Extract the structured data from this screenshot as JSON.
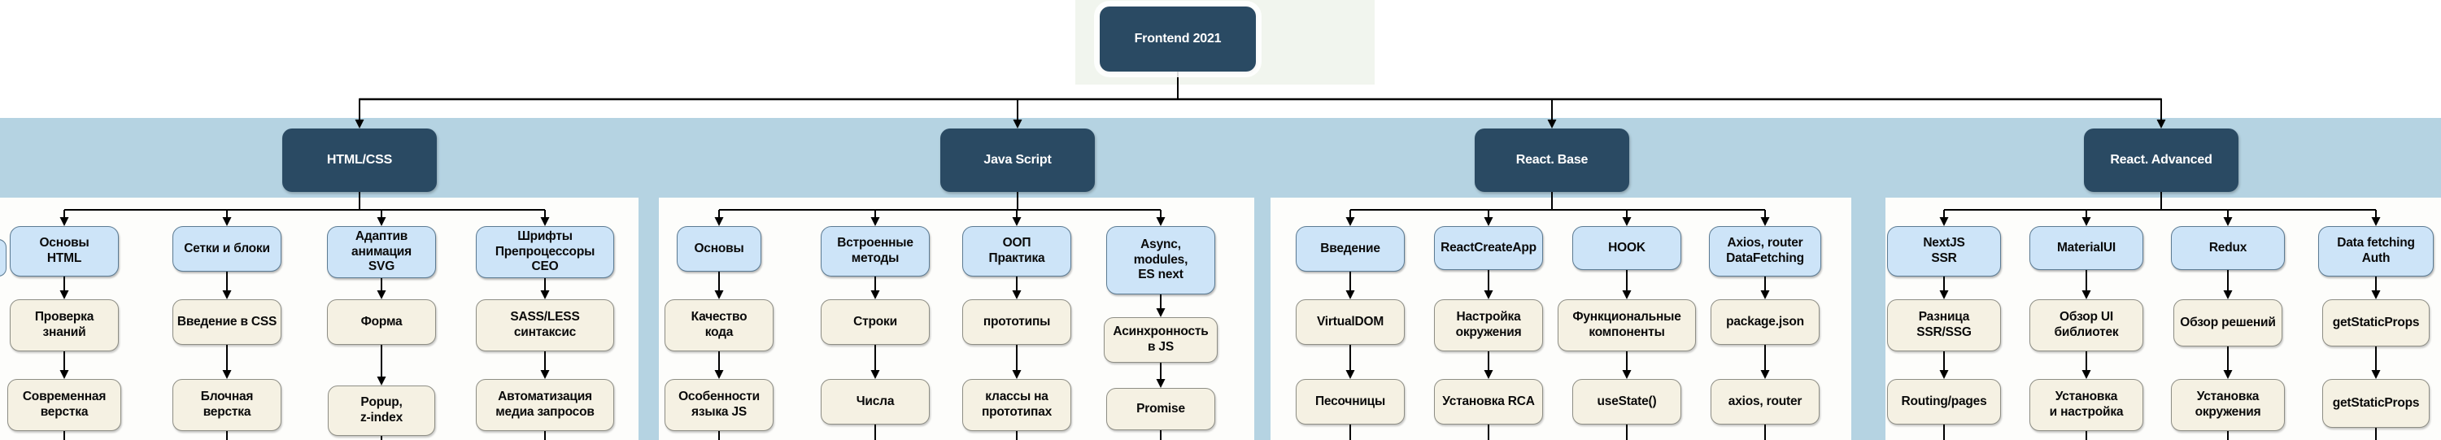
{
  "colors": {
    "node_dark": "#2a4a63",
    "band_blue": "#b5d3e2",
    "topic_fill": "#cde4f8",
    "topic_border": "#5c7b93",
    "leaf_fill": "#f5f1e3",
    "leaf_border": "#8e8e85",
    "connector": "#000000"
  },
  "root": {
    "label": "Frontend 2021"
  },
  "branches": [
    {
      "label": "HTML/CSS",
      "topics": [
        {
          "label": "Основы\nHTML",
          "children": [
            "Проверка\nзнаний",
            "Современная\nверстка"
          ]
        },
        {
          "label": "Сетки и блоки",
          "children": [
            "Введение в CSS",
            "Блочная\nверстка"
          ]
        },
        {
          "label": "Адаптив\nанимация\nSVG",
          "children": [
            "Форма",
            "Popup,\nz-index"
          ]
        },
        {
          "label": "Шрифты\nПрепроцессоры\nCEO",
          "children": [
            "SASS/LESS\nсинтаксис",
            "Автоматизация\nмедиа запросов"
          ]
        }
      ]
    },
    {
      "label": "Java Script",
      "topics": [
        {
          "label": "Основы",
          "children": [
            "Качество\nкода",
            "Особенности\nязыка JS"
          ]
        },
        {
          "label": "Встроенные\nметоды",
          "children": [
            "Строки",
            "Числа"
          ]
        },
        {
          "label": "ООП\nПрактика",
          "children": [
            "прототипы",
            "классы на\nпрототипах"
          ]
        },
        {
          "label": "Async,\nmodules,\nES next",
          "children": [
            "Асинхронность\nв JS",
            "Promise"
          ]
        }
      ]
    },
    {
      "label": "React. Base",
      "topics": [
        {
          "label": "Введение",
          "children": [
            "VirtualDOM",
            "Песочницы"
          ]
        },
        {
          "label": "ReactCreateApp",
          "children": [
            "Настройка\nокружения",
            "Установка RCA"
          ]
        },
        {
          "label": "HOOK",
          "children": [
            "Функциональные\nкомпоненты",
            "useState()"
          ]
        },
        {
          "label": "Axios, router\nDataFetching",
          "children": [
            "package.json",
            "axios, router"
          ]
        }
      ]
    },
    {
      "label": "React. Advanced",
      "topics": [
        {
          "label": "NextJS\nSSR",
          "children": [
            "Разница\nSSR/SSG",
            "Routing/pages"
          ]
        },
        {
          "label": "MaterialUI",
          "children": [
            "Обзор UI\nбиблиотек",
            "Установка\nи настройка"
          ]
        },
        {
          "label": "Redux",
          "children": [
            "Обзор решений",
            "Установка\nокружения"
          ]
        },
        {
          "label": "Data fetching\nAuth",
          "children": [
            "getStaticProps",
            "getStaticProps"
          ]
        }
      ]
    }
  ]
}
